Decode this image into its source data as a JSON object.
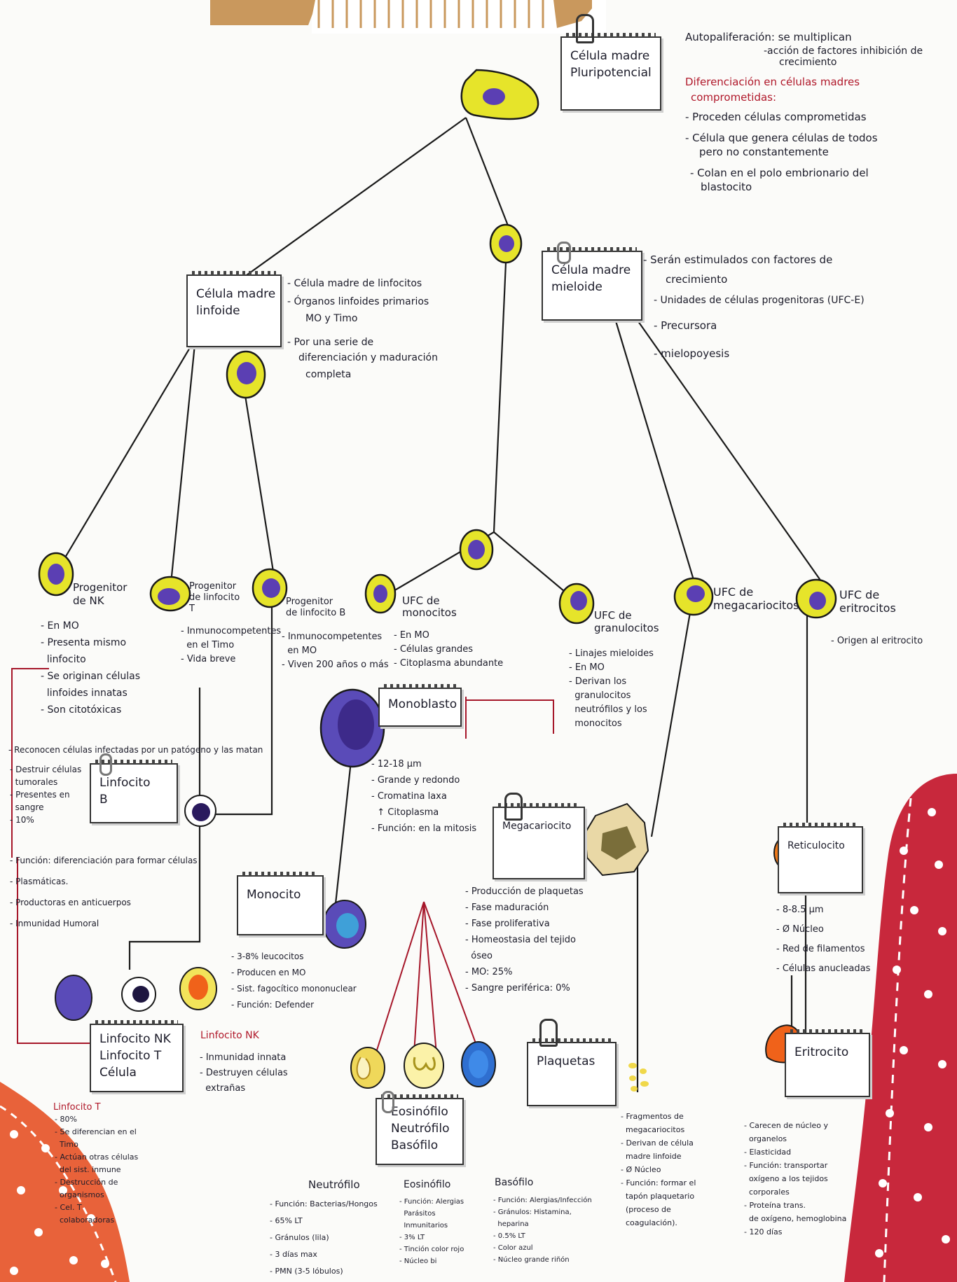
{
  "title": {
    "line1": "Autopaliferación: se multiplican",
    "line2": "-acción de factores inhibición de",
    "line3": "crecimiento"
  },
  "intro": {
    "heading1": "Diferenciación en células madres",
    "heading2": "comprometidas:",
    "b1": "- Proceden células comprometidas",
    "b2a": "- Célula que genera células de todos",
    "b2b": "pero no constantemente",
    "b3a": "- Colan en el polo embrionario del",
    "b3b": "blastocito"
  },
  "notes": {
    "pluri": "Célula madre\nPluripotencial",
    "linfoide": "Célula madre\nlinfoide",
    "mieloide": "Célula madre\nmieloide",
    "monoblasto": "Monoblasto",
    "linfocitoB": "Linfocito\nB",
    "monocito": "Monocito",
    "megacariocito": "Megacariocito",
    "reticulocito": "Reticulocito",
    "linfocitoNK": "Linfocito NK\nLinfocito T\nCélula",
    "eos": "Eosinófilo\nNeutrófilo\nBasófilo",
    "plaquetas": "Plaquetas",
    "eritrocito": "Eritrocito"
  },
  "linfoide_text": {
    "l1": "- Célula madre de linfocitos",
    "l2": "- Órganos linfoides primarios",
    "l3": "MO y Timo",
    "l4": "- Por una serie de",
    "l5": "diferenciación y maduración",
    "l6": "completa"
  },
  "mieloide_text": {
    "l1": "- Serán estimulados con factores de",
    "l2": "crecimiento",
    "l3": "- Unidades de células progenitoras (UFC-E)",
    "l4": "- Precursora",
    "l5": "- mielopoyesis"
  },
  "progenitors": {
    "nk_title": "Progenitor\nde NK",
    "nk_items": "- En MO\n- Presenta mismo\n  linfocito\n- Se originan células\n  linfoides innatas\n- Son citotóxicas",
    "t_title": "Progenitor\nde linfocito\nT",
    "t_items": "- Inmunocompetentes\n  en el Timo\n- Vida breve",
    "b_title": "Progenitor\nde linfocito B",
    "b_items": "- Inmunocompetentes\n  en MO\n- Viven 200 años o más",
    "mono_title": "UFC de\nmonocitos",
    "mono_items": "- En MO\n- Células grandes\n- Citoplasma abundante",
    "gran_title": "UFC de\ngranulocitos",
    "gran_items": "- Linajes mieloides\n- En MO\n- Derivan los\n  granulocitos\n  neutrófilos y los\n  monocitos",
    "mega_title": "UFC de\nmegacariocitos",
    "eri_title": "UFC de\neritrocitos",
    "eri_items": "- Origen al eritrocito"
  },
  "left_column": {
    "reconocen": "- Reconocen células infectadas por un patógeno y las matan",
    "items": "- Destruir células\n  tumorales\n- Presentes en\n  sangre\n- 10%",
    "funcion": "- Función: diferenciación para formar células\n- Plasmáticas.\n- Productoras en anticuerpos\n- Inmunidad Humoral"
  },
  "monoblasto_text": "- 12-18 µm\n- Grande y redondo\n- Cromatina laxa\n  ↑ Citoplasma\n- Función: en la mitosis",
  "monocito_text": "- 3-8% leucocitos\n- Producen en MO\n- Sist. fagocítico mononuclear\n- Función: Defender",
  "megacariocito_text": "- Producción de plaquetas\n- Fase maduración\n- Fase proliferativa\n- Homeostasia del tejido\n  óseo\n- MO: 25%\n- Sangre periférica: 0%",
  "reticulocito_text": "- 8-8.5 µm\n- Ø Núcleo\n- Red de filamentos\n- Células anucleadas",
  "nk_text": {
    "title": "Linfocito NK",
    "items": "- Inmunidad innata\n- Destruyen células\n  extrañas"
  },
  "linfocitoT_text": {
    "title": "Linfocito T",
    "items": "- 80%\n- Se diferencian en el\n  Timo\n- Actúan otras células\n  del sist. inmune\n- Destrucción de\n  organismos\n- Cel. T\n  colaboradoras"
  },
  "neutrofilo": {
    "title": "Neutrófilo",
    "items": "- Función: Bacterias/Hongos\n- 65% LT\n- Gránulos (lila)\n- 3 días max\n- PMN (3-5 lóbulos)"
  },
  "eosinofilo": {
    "title": "Eosinófilo",
    "items": "- Función: Alergias\n  Parásitos\n  Inmunitarios\n- 3% LT\n- Tinción color rojo\n- Núcleo bi"
  },
  "basofilo": {
    "title": "Basófilo",
    "items": "- Función: Alergias/Infección\n- Gránulos: Histamina,\n  heparina\n- 0.5% LT\n- Color azul\n- Núcleo grande riñón"
  },
  "plaquetas_text": "- Fragmentos de\n  megacariocitos\n- Derivan de célula\n  madre linfoide\n- Ø Núcleo\n- Función: formar el\n  tapón plaquetario\n  (proceso de\n  coagulación).",
  "eritrocito_text": "- Carecen de núcleo y\n  organelos\n- Elasticidad\n- Función: transportar\n  oxígeno a los tejidos\n  corporales\n- Proteína trans.\n  de oxígeno, hemoglobina\n- 120 días",
  "colors": {
    "yellow": "#e6e42a",
    "purple": "#5b3fb3",
    "ink": "#1c1c2a",
    "red": "#b0182a"
  }
}
